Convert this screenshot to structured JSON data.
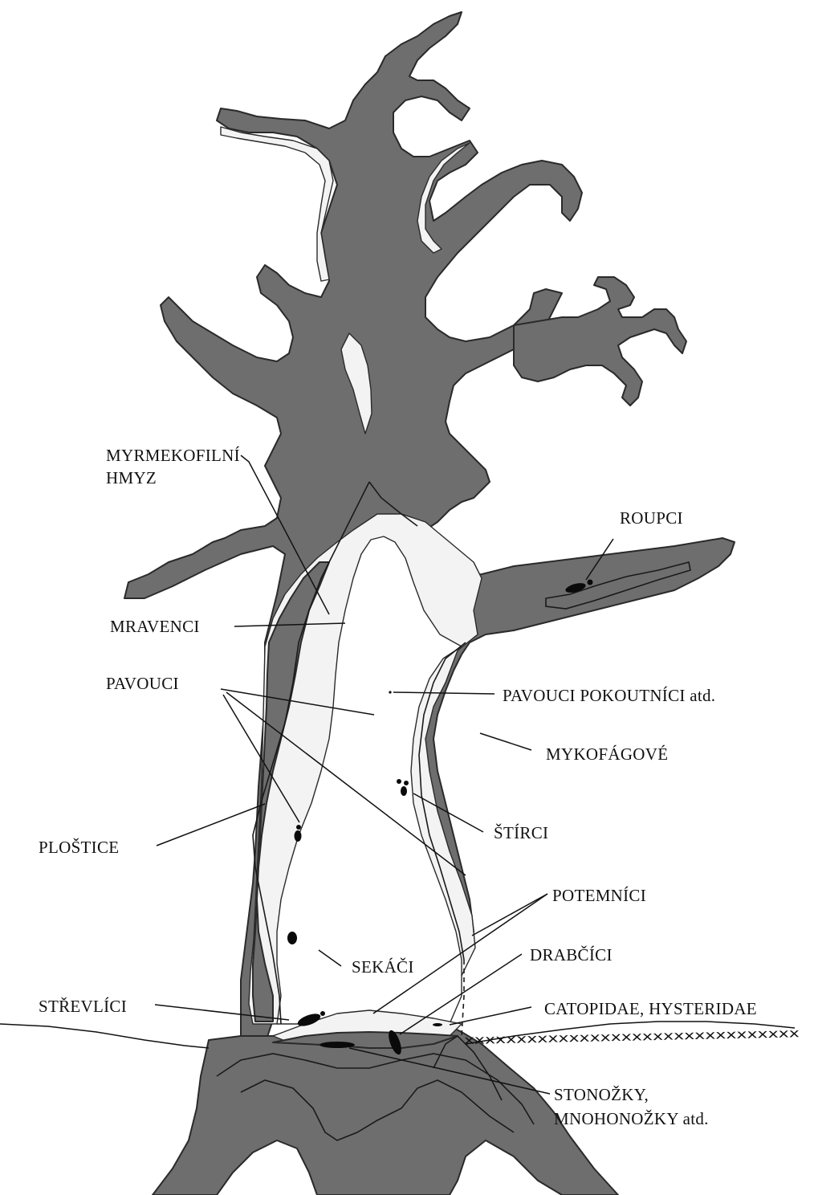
{
  "diagram": {
    "labels": {
      "myrmekofilni": [
        "MYRMEKOFILNÍ",
        "HMYZ"
      ],
      "roupci": "ROUPCI",
      "mravenci": "MRAVENCI",
      "pavouci": "PAVOUCI",
      "pavouci_pokoutnici": "PAVOUCI POKOUTNÍCI atd.",
      "mykofagove": "MYKOFÁGOVÉ",
      "plostice": "PLOŠTICE",
      "stirci": "ŠTÍRCI",
      "potemnici": "POTEMNÍCI",
      "sekaci": "SEKÁČI",
      "drabcici": "DRABČÍCI",
      "strevlici": "STŘEVLÍCI",
      "catopidae": "CATOPIDAE, HYSTERIDAE",
      "stonozky": [
        "STONOŽKY,",
        "MNOHONOŽKY atd."
      ]
    },
    "ground_marks": "xxxxxxxxxxxxxxxxxxxxxxxxxxxxxxxx"
  }
}
